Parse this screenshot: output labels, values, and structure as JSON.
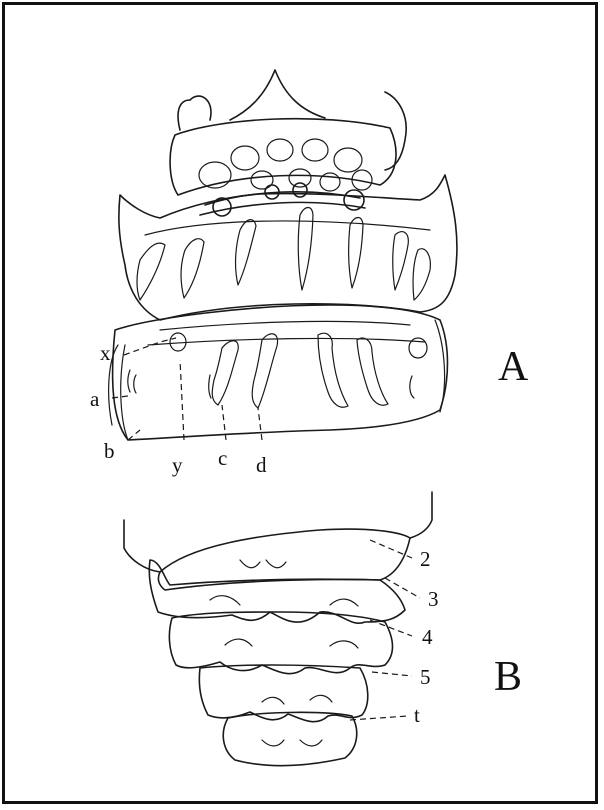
{
  "figure": {
    "panel_a": {
      "letter": "A",
      "labels": [
        "x",
        "a",
        "b",
        "y",
        "c",
        "d"
      ]
    },
    "panel_b": {
      "letter": "B",
      "labels": [
        "2",
        "3",
        "4",
        "5",
        "t"
      ]
    }
  }
}
